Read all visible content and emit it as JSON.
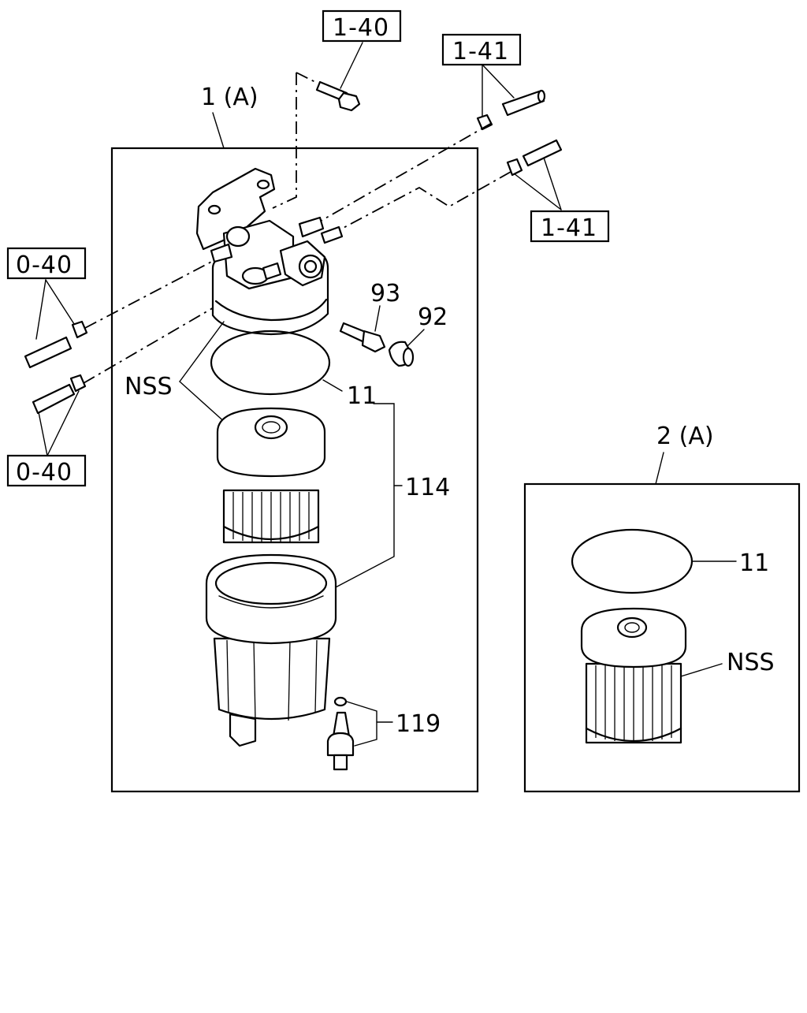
{
  "diagram": {
    "assembly_labels": {
      "main": "1 (A)",
      "kit": "2 (A)"
    },
    "reference_boxes": {
      "top_bolt": "1-40",
      "top_right_hose": "1-41",
      "right_hose": "1-41",
      "left_upper_hose": "0-40",
      "left_lower_hose": "0-40"
    },
    "callouts": {
      "sensor_fitting": "93",
      "cap": "92",
      "not_serviced": "NSS",
      "o_ring": "11",
      "bowl": "114",
      "drain_sensor": "119",
      "kit_o_ring": "11",
      "kit_element": "NSS"
    }
  }
}
